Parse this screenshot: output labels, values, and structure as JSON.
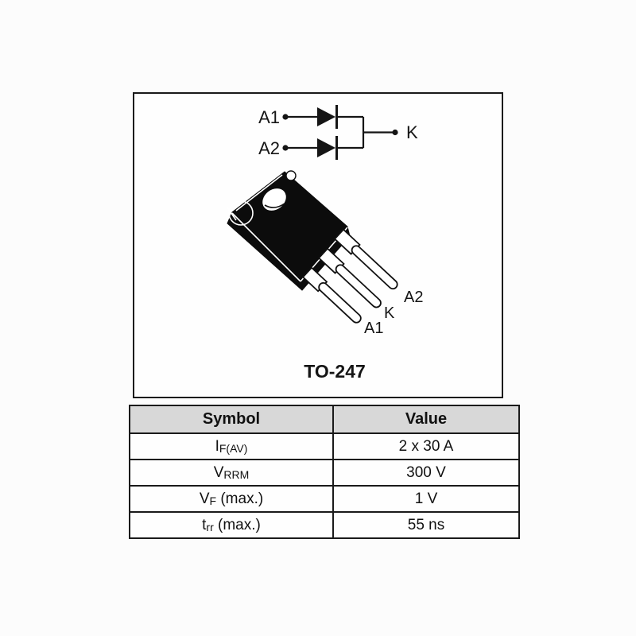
{
  "page": {
    "background": "#fcfcfc",
    "line_color": "#1a1a1a"
  },
  "diagram": {
    "package_label": "TO-247",
    "schematic": {
      "anode1_label": "A1",
      "anode2_label": "A2",
      "cathode_label": "K"
    },
    "package_pins": {
      "a1": "A1",
      "k": "K",
      "a2": "A2"
    }
  },
  "table": {
    "header_bg": "#d8d8d8",
    "headers": [
      "Symbol",
      "Value"
    ],
    "rows": [
      {
        "symbol_base": "I",
        "symbol_sub": "F(AV)",
        "symbol_suffix": "",
        "value": "2 x 30 A"
      },
      {
        "symbol_base": "V",
        "symbol_sub": "RRM",
        "symbol_suffix": "",
        "value": "300 V"
      },
      {
        "symbol_base": "V",
        "symbol_sub": "F",
        "symbol_suffix": " (max.)",
        "value": "1 V"
      },
      {
        "symbol_base": "t",
        "symbol_sub": "rr",
        "symbol_suffix": " (max.)",
        "value": "55 ns"
      }
    ]
  }
}
